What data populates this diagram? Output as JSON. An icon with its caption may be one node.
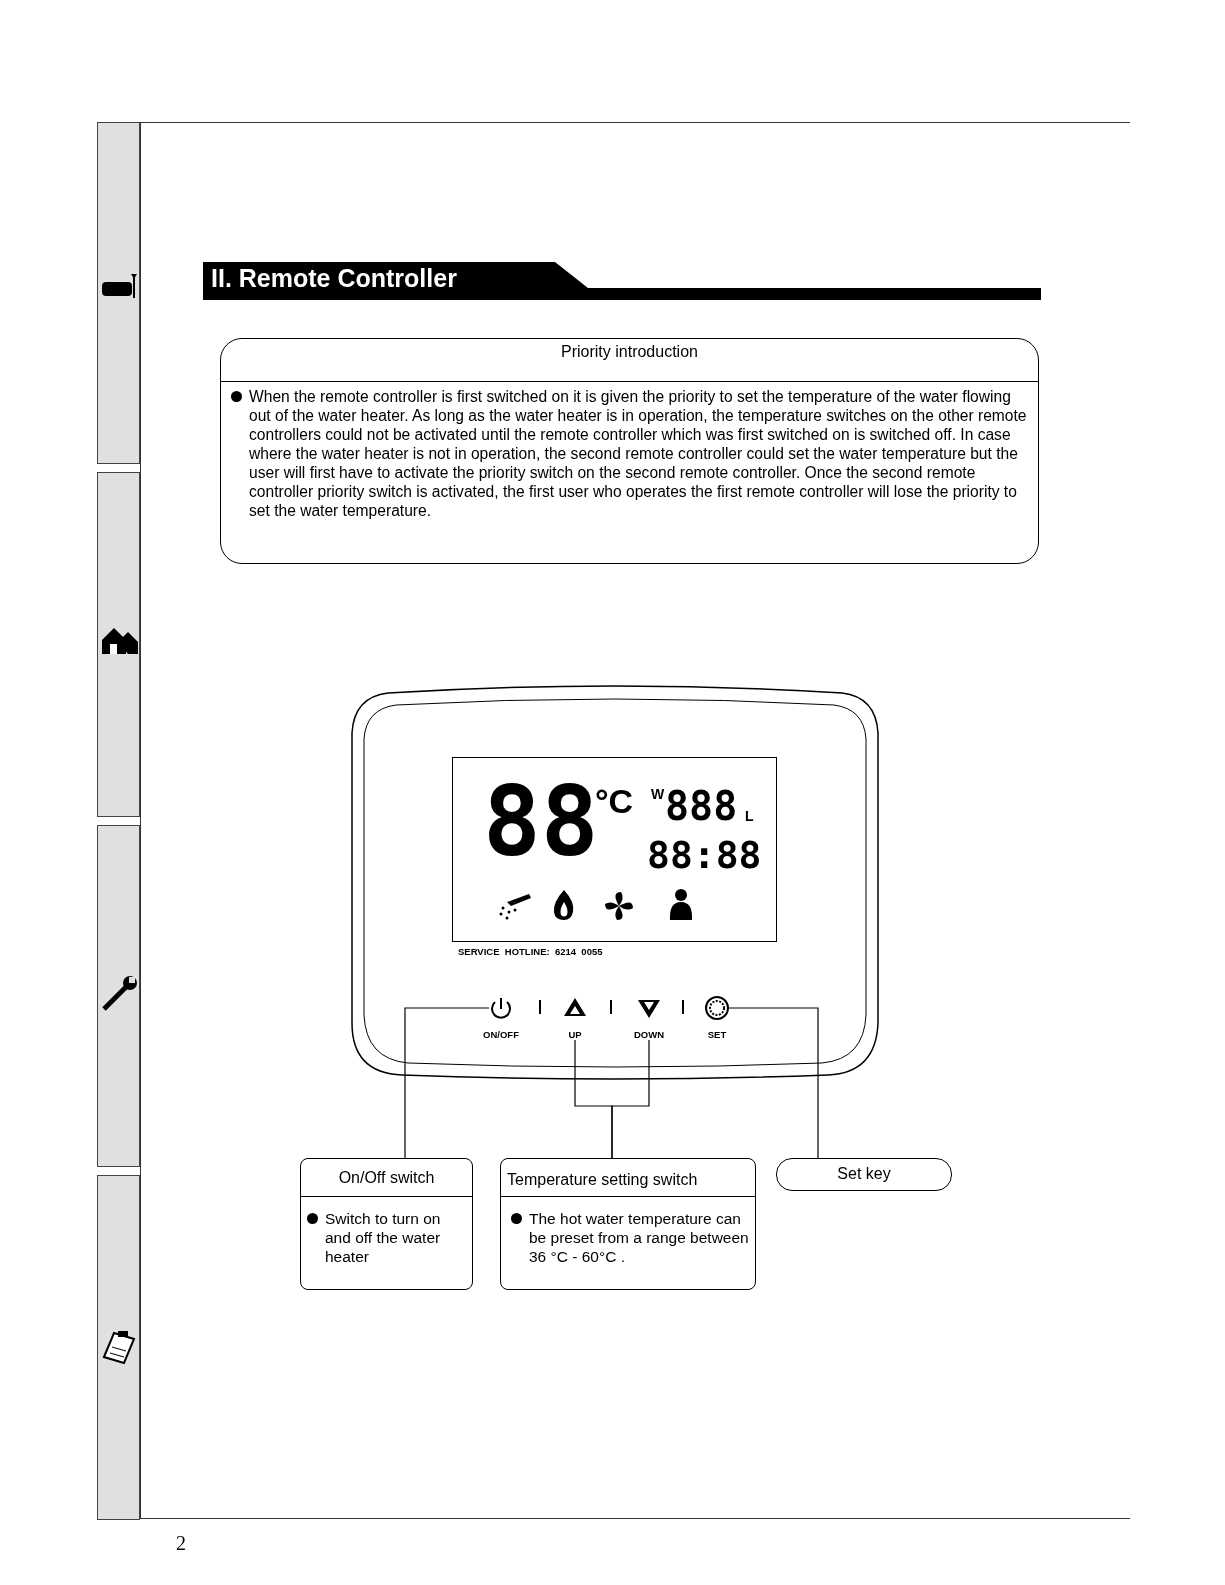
{
  "diagram": {
    "title": "II. Remote Controller",
    "nodes": [
      {
        "text": [
          "Priority introduction",
          "When the remote controller is first switched on it is given the priority to set the temperature of the water flowing out of the water heater.  As long as the water heater is in operation, the temperature switches on the other remote controllers could not be activated until the remote controller which was first switched on is switched off. In case where the water heater is not in operation, the second remote controller could set the water temperature but the user will first have to activate the priority switch on the second remote controller. Once the second remote controller priority switch is activated, the first user who operates the first remote controller will lose the priority to set the water temperature."
        ]
      },
      {
        "text": [],
        "shape": "picture"
      },
      {
        "text": [],
        "shape": "picture",
        "in": 1,
        "beside": [
          "ON/OFF"
        ]
      },
      {
        "text": [],
        "shape": "picture",
        "in": 1,
        "beside": [
          "UP"
        ]
      },
      {
        "text": [],
        "shape": "picture",
        "in": 1,
        "beside": [
          "DOWN"
        ]
      },
      {
        "text": [],
        "shape": "picture",
        "in": 1,
        "beside": [
          "SET"
        ]
      },
      {
        "text": [
          "On/Off switch",
          "Switch to turn on and off the water heater"
        ]
      },
      {
        "text": [
          "Temperature setting switch",
          "The hot water temperature can be preset from a range between 36 °C - 60°C ."
        ]
      },
      {
        "text": [
          "Set key"
        ]
      }
    ],
    "edges": [
      {
        "from": 6,
        "to": 2,
        "arrow": "none"
      },
      {
        "from": 7,
        "to": 3,
        "arrow": "none"
      },
      {
        "from": 7,
        "to": 4,
        "arrow": "none"
      },
      {
        "from": 8,
        "to": 5,
        "arrow": "none"
      }
    ],
    "labels": [
      "88",
      "°C",
      "W",
      "888",
      "L",
      "88:88",
      "SERVICE  HOTLINE:  6214  0055",
      "2"
    ]
  }
}
